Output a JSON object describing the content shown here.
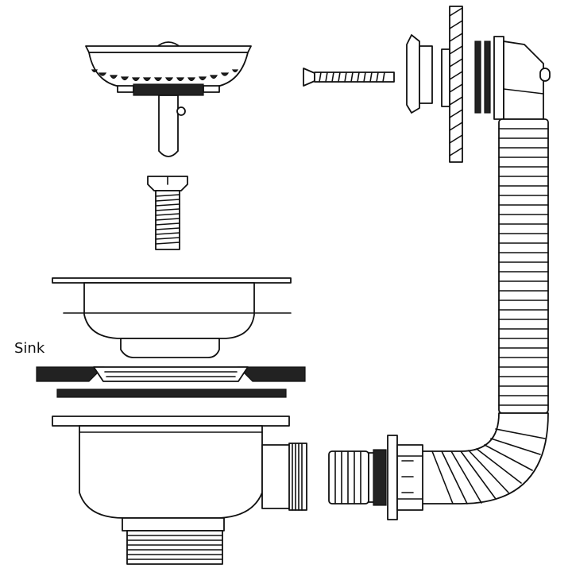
{
  "diagram": {
    "labels": {
      "sink": "Sink"
    },
    "parts": [
      "strainer-basket",
      "center-screw",
      "sink-flange",
      "upper-gasket",
      "lower-gasket",
      "drain-body",
      "overflow-screw",
      "overflow-cover",
      "overflow-pipe",
      "hose-connector"
    ]
  }
}
